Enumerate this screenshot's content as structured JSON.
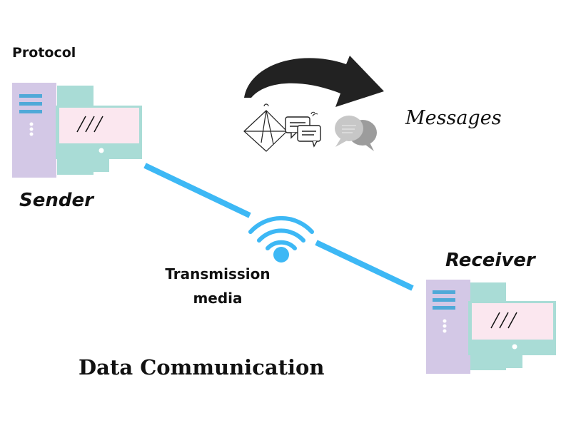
{
  "labels": {
    "protocol": "Protocol",
    "sender": "Sender",
    "receiver": "Receiver",
    "messages": "Messages",
    "media_line1": "Transmission",
    "media_line2": "media",
    "title": "Data Communication"
  },
  "colors": {
    "link": "#3db8f5",
    "tower": "#d3c8e6",
    "tower_stripe": "#4fa9d8",
    "monitor_back": "#a9dcd6",
    "screen": "#fbe7ef",
    "arrow": "#222222",
    "chat_gray": "#b3b3b3"
  },
  "icons": [
    "computer-icon",
    "wifi-icon",
    "envelope-icon",
    "chat-bubbles-icon",
    "curved-arrow-icon"
  ]
}
